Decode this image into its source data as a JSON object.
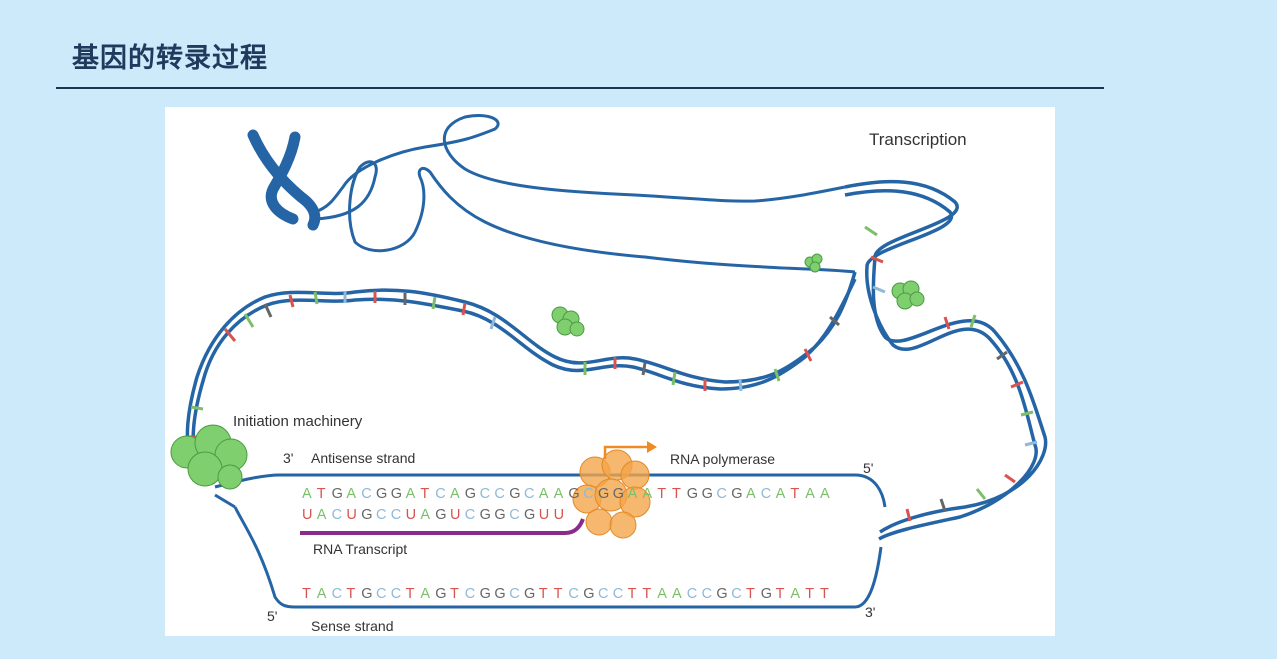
{
  "slide": {
    "title": "基因的转录过程"
  },
  "figure": {
    "labels": {
      "transcription": "Transcription",
      "initiation_machinery": "Initiation machinery",
      "antisense_3prime": "3'",
      "antisense_strand": "Antisense strand",
      "rna_polymerase": "RNA polymerase",
      "antisense_5prime": "5'",
      "rna_transcript": "RNA Transcript",
      "sense_5prime": "5'",
      "sense_3prime": "3'",
      "sense_strand": "Sense strand"
    },
    "sequences": {
      "antisense": "ATGACGGATCAGCCGCAAGCGGAATTGGCGACATAA",
      "rna": "UACUGCCUAGUCGGCGUU",
      "sense": "TACTGCCTAGTCGGCGTTCGCCTTAACCGCTGTATT"
    },
    "colors": {
      "strand": "#2565a6",
      "A": "#7cbf6a",
      "T": "#d9534f",
      "G": "#666666",
      "C": "#8fb9d8",
      "U": "#d9534f",
      "transcript": "#8a2a8a",
      "polymerase": "#f4a54a",
      "initiation": "#7fcf6f"
    }
  }
}
